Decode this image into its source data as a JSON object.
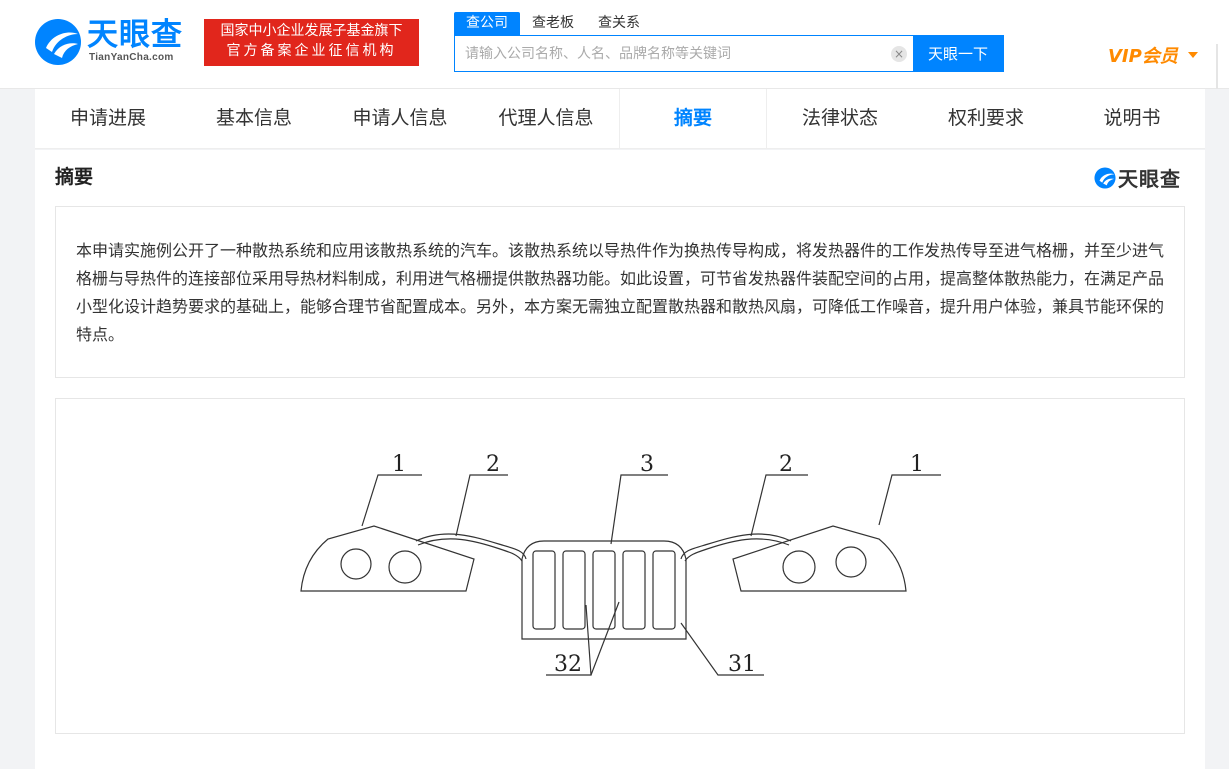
{
  "header": {
    "logo_text": "天眼查",
    "logo_sub": "TianYanCha.com",
    "badge_line1": "国家中小企业发展子基金旗下",
    "badge_line2": "官方备案企业征信机构",
    "search_tabs": [
      {
        "label": "查公司",
        "active": true
      },
      {
        "label": "查老板",
        "active": false
      },
      {
        "label": "查关系",
        "active": false
      }
    ],
    "search_placeholder": "请输入公司名称、人名、品牌名称等关键词",
    "clear_symbol": "×",
    "search_button": "天眼一下",
    "vip_label": "VIP会员"
  },
  "nav": {
    "tabs": [
      {
        "label": "申请进展",
        "active": false
      },
      {
        "label": "基本信息",
        "active": false
      },
      {
        "label": "申请人信息",
        "active": false
      },
      {
        "label": "代理人信息",
        "active": false
      },
      {
        "label": "摘要",
        "active": true
      },
      {
        "label": "法律状态",
        "active": false
      },
      {
        "label": "权利要求",
        "active": false
      },
      {
        "label": "说明书",
        "active": false
      }
    ]
  },
  "content": {
    "section_title": "摘要",
    "watermark_text": "天眼查",
    "abstract": "本申请实施例公开了一种散热系统和应用该散热系统的汽车。该散热系统以导热件作为换热传导构成，将发热器件的工作发热传导至进气格栅，并至少进气格栅与导热件的连接部位采用导热材料制成，利用进气格栅提供散热器功能。如此设置，可节省发热器件装配空间的占用，提高整体散热能力，在满足产品小型化设计趋势要求的基础上，能够合理节省配置成本。另外，本方案无需独立配置散热器和散热风扇，可降低工作噪音，提升用户体验，兼具节能环保的特点。",
    "figure_labels": [
      "1",
      "2",
      "3",
      "2",
      "1",
      "32",
      "31"
    ]
  },
  "colors": {
    "brand_blue": "#0084ff",
    "badge_red": "#e1261c",
    "vip_orange": "#ff8a00"
  }
}
